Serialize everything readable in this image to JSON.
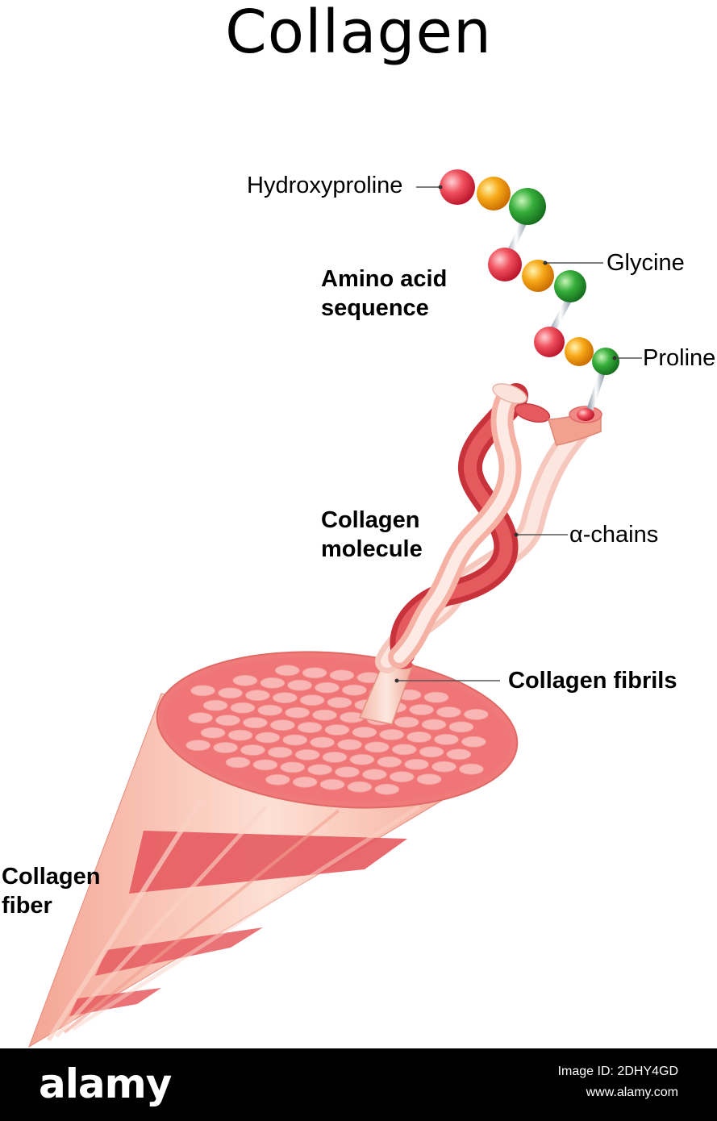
{
  "title": "Collagen",
  "labels": {
    "hydroxyproline": "Hydroxyproline",
    "glycine": "Glycine",
    "proline": "Proline",
    "amino_acid_1": "Amino acid",
    "amino_acid_2": "sequence",
    "collagen_molecule_1": "Collagen",
    "collagen_molecule_2": "molecule",
    "alpha_chains": "α-chains",
    "collagen_fibrils": "Collagen fibrils",
    "collagen_fiber_1": "Collagen",
    "collagen_fiber_2": "fiber"
  },
  "watermark": {
    "logo": "alamy",
    "image_id": "Image ID: 2DHY4GD",
    "site": "www.alamy.com"
  },
  "colors": {
    "hydroxyproline": "#e8414e",
    "glycine": "#f4a20f",
    "proline": "#2e9e33",
    "fiber_light": "#f7b8a6",
    "fiber_dark": "#e4555a",
    "cross_section": "#f07577",
    "fibril_ends": "#f8b7b5"
  }
}
